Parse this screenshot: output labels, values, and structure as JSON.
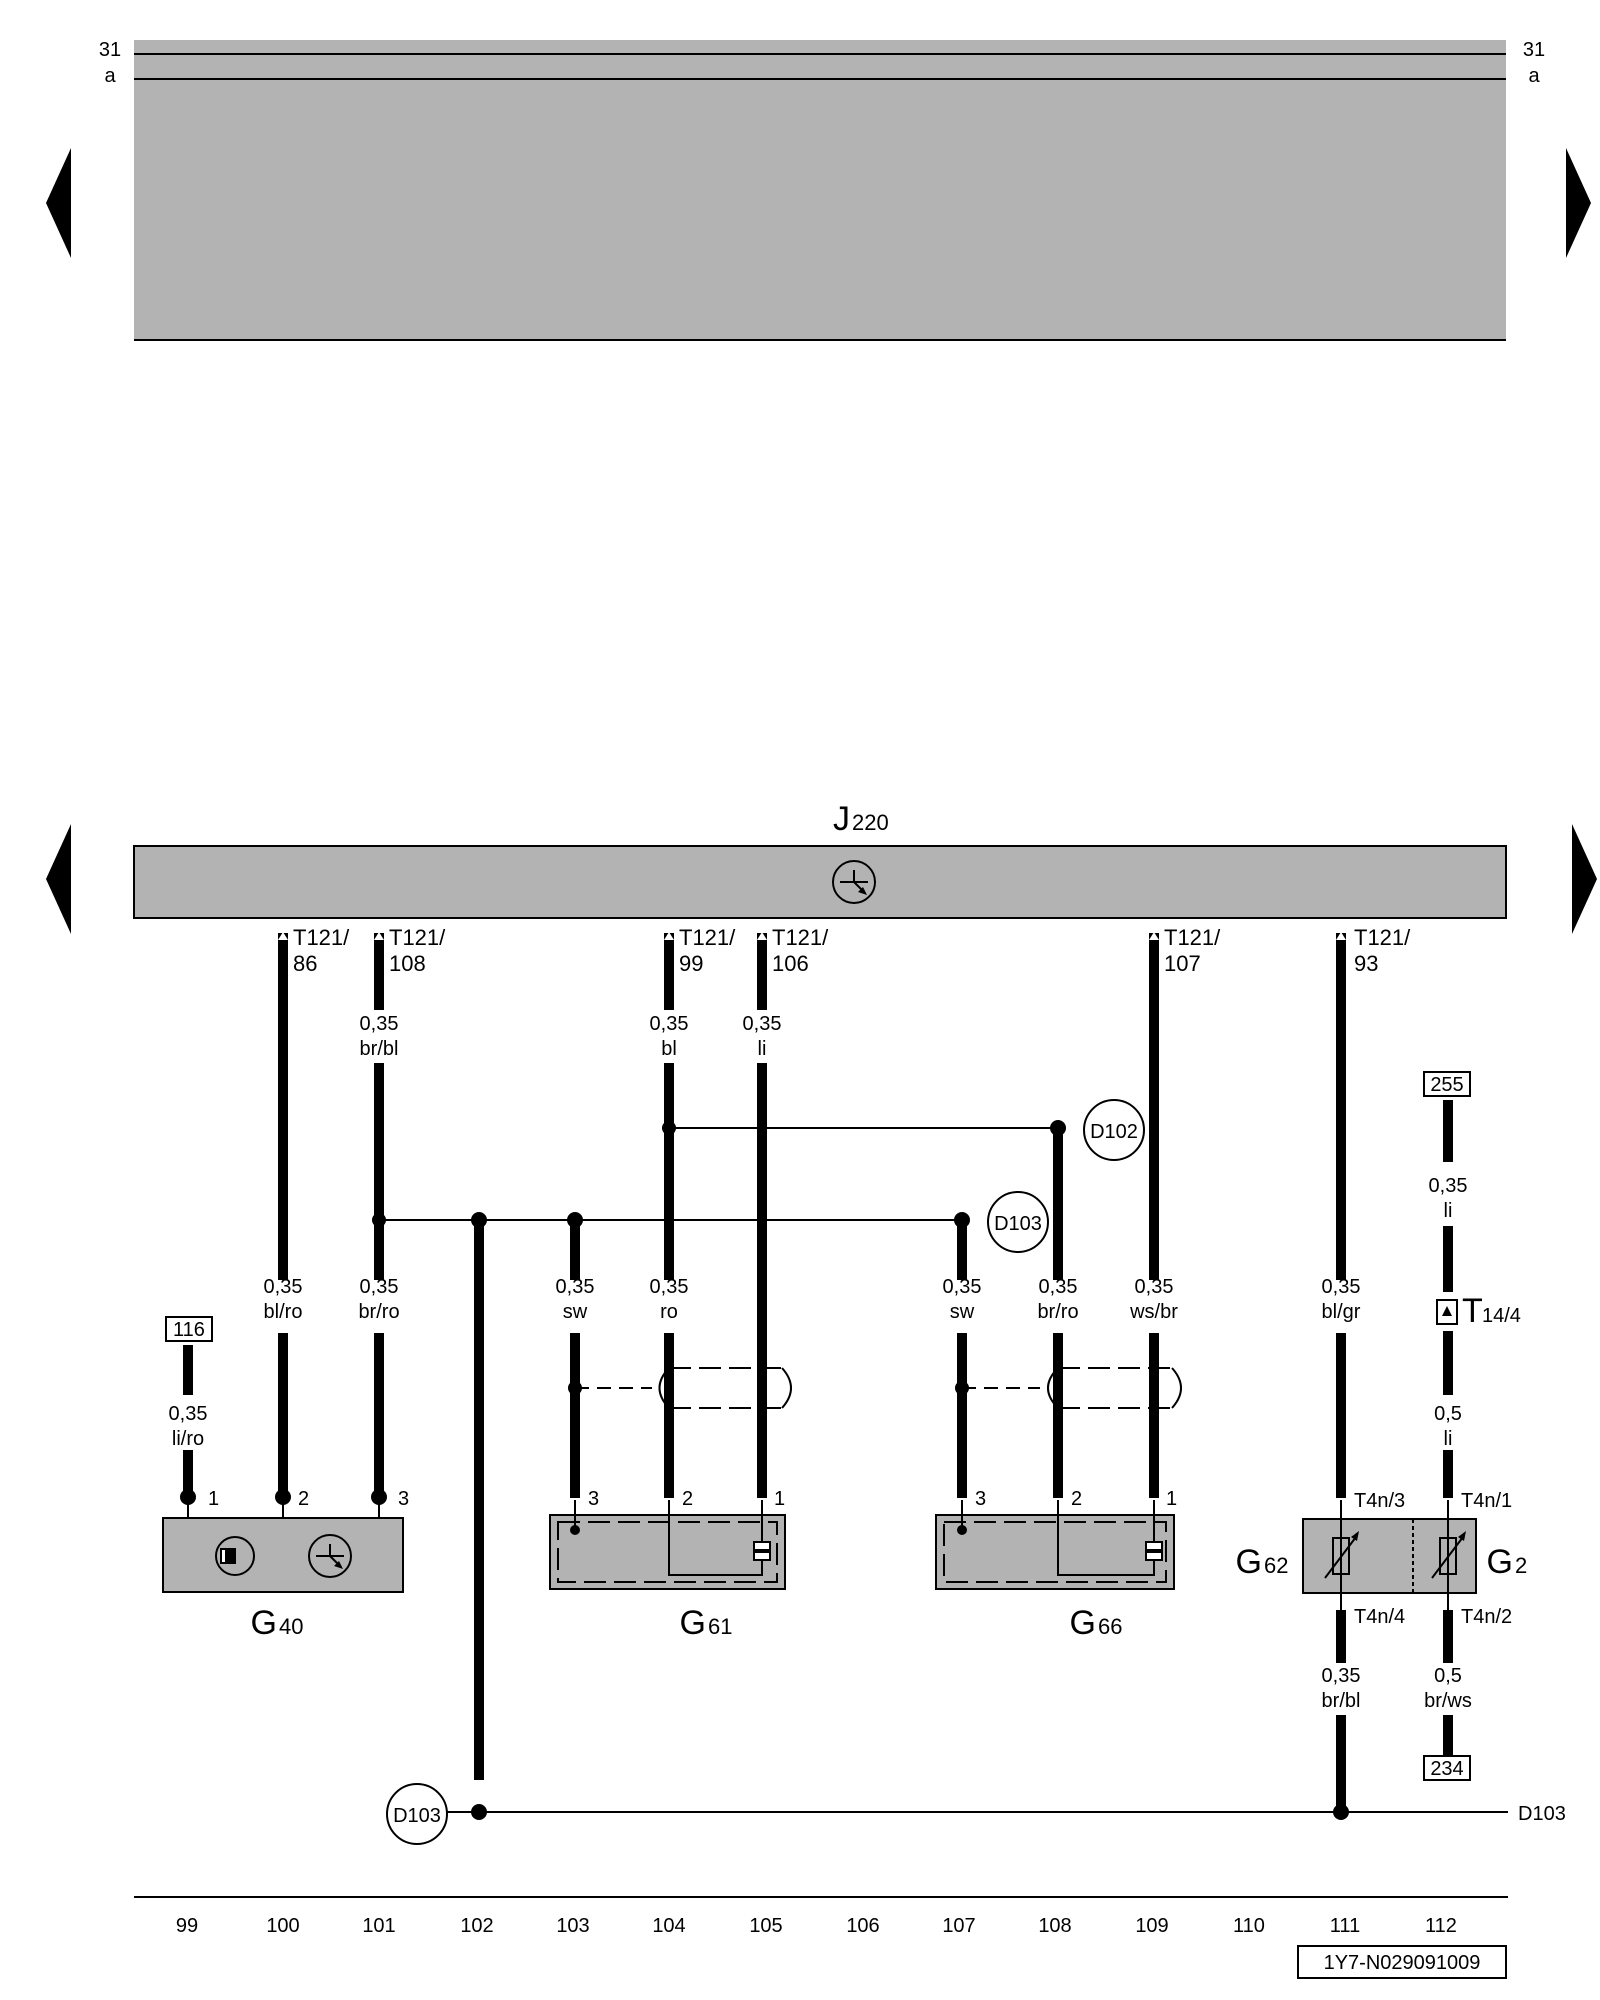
{
  "top_rails": {
    "rail_31": "31",
    "rail_a": "a"
  },
  "control_unit": {
    "name": "J",
    "sub": "220",
    "pins": [
      {
        "id": "86",
        "conn": "T121/",
        "pin": "86"
      },
      {
        "id": "108",
        "conn": "T121/",
        "pin": "108"
      },
      {
        "id": "99",
        "conn": "T121/",
        "pin": "99"
      },
      {
        "id": "106",
        "conn": "T121/",
        "pin": "106"
      },
      {
        "id": "107",
        "conn": "T121/",
        "pin": "107"
      },
      {
        "id": "93",
        "conn": "T121/",
        "pin": "93"
      }
    ]
  },
  "wire_labels": {
    "w101_top": [
      "0,35",
      "br/bl"
    ],
    "w104_top": [
      "0,35",
      "bl"
    ],
    "w105_top": [
      "0,35",
      "li"
    ],
    "w99": [
      "0,35",
      "li/ro"
    ],
    "w100": [
      "0,35",
      "bl/ro"
    ],
    "w101": [
      "0,35",
      "br/ro"
    ],
    "w103": [
      "0,35",
      "sw"
    ],
    "w104": [
      "0,35",
      "ro"
    ],
    "w107": [
      "0,35",
      "sw"
    ],
    "w108": [
      "0,35",
      "br/ro"
    ],
    "w109": [
      "0,35",
      "ws/br"
    ],
    "w111": [
      "0,35",
      "bl/gr"
    ],
    "w112_top": [
      "0,35",
      "li"
    ],
    "w112_mid": [
      "0,5",
      "li"
    ],
    "w111_bot": [
      "0,35",
      "br/bl"
    ],
    "w112_bot": [
      "0,5",
      "br/ws"
    ]
  },
  "refs": {
    "ref_116": "116",
    "ref_255": "255",
    "ref_234": "234"
  },
  "connector_t14": {
    "name": "T",
    "sub": "14/4"
  },
  "nodes": {
    "d102": "D102",
    "d103_upper": "D103",
    "d103_lower": "D103",
    "d103_right": "D103"
  },
  "components": {
    "g40": {
      "name": "G",
      "sub": "40",
      "pins": [
        "1",
        "2",
        "3"
      ]
    },
    "g61": {
      "name": "G",
      "sub": "61",
      "pins": [
        "3",
        "2",
        "1"
      ]
    },
    "g66": {
      "name": "G",
      "sub": "66",
      "pins": [
        "3",
        "2",
        "1"
      ]
    },
    "g62": {
      "name": "G",
      "sub": "62"
    },
    "g2": {
      "name": "G",
      "sub": "2"
    }
  },
  "g62_g2_pins": {
    "t4n3": "T4n/3",
    "t4n1": "T4n/1",
    "t4n4": "T4n/4",
    "t4n2": "T4n/2"
  },
  "columns": [
    "99",
    "100",
    "101",
    "102",
    "103",
    "104",
    "105",
    "106",
    "107",
    "108",
    "109",
    "110",
    "111",
    "112"
  ],
  "doc_code": "1Y7-N029091009"
}
